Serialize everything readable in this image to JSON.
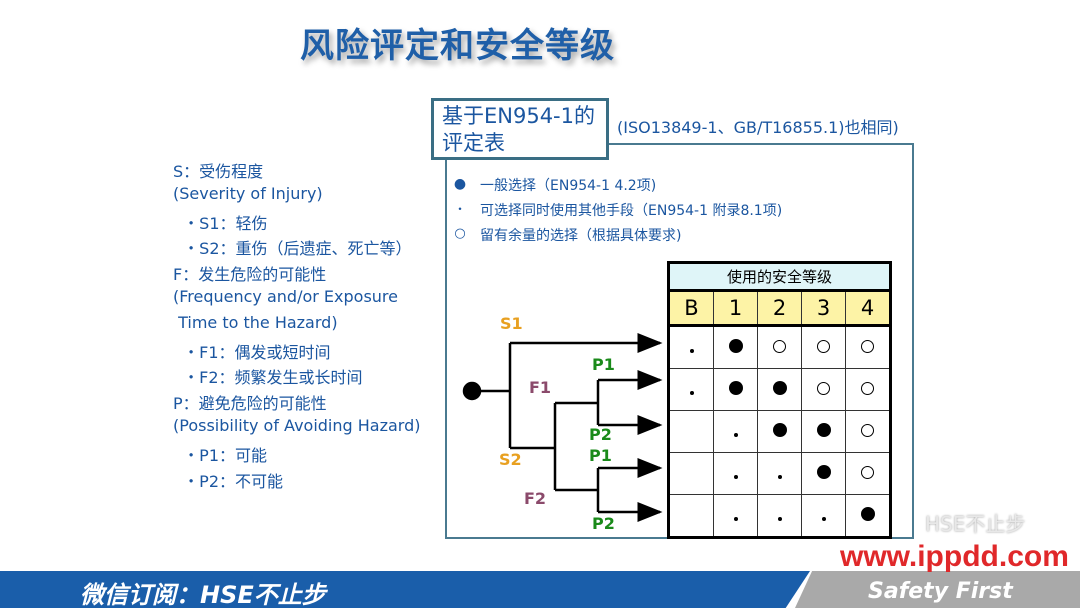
{
  "title": "风险评定和安全等级",
  "left_text": [
    "S：受伤程度",
    "(Severity of Injury)",
    "  ・S1：轻伤",
    "  ・S2：重伤（后遗症、死亡等）",
    "F：发生危险的可能性",
    "(Frequency and/or Exposure",
    " Time to the Hazard)",
    "  ・F1：偶发或短时间",
    "  ・F2：频繁发生或长时间",
    "P：避免危险的可能性",
    "(Possibility of Avoiding Hazard)",
    "  ・P1：可能",
    "  ・P2：不可能"
  ],
  "panel": {
    "title_line1": "基于EN954-1的",
    "title_line2": "评定表",
    "note": "(ISO13849-1、GB/T16855.1)也相同)",
    "legend": [
      {
        "symbol": "●",
        "text": "一般选择（EN954-1  4.2项)"
      },
      {
        "symbol": "・",
        "text": "可选择同时使用其他手段（EN954-1  附录8.1项)"
      },
      {
        "symbol": "○",
        "text": "留有余量的选择（根据具体要求)"
      }
    ]
  },
  "table": {
    "header": "使用的安全等级",
    "grades": [
      "B",
      "1",
      "2",
      "3",
      "4"
    ],
    "rows": [
      [
        "dot",
        "filled",
        "open",
        "open",
        "open"
      ],
      [
        "dot",
        "filled",
        "filled",
        "open",
        "open"
      ],
      [
        "",
        "dot",
        "filled",
        "filled",
        "open"
      ],
      [
        "",
        "dot",
        "dot",
        "filled",
        "open"
      ],
      [
        "",
        "dot",
        "dot",
        "dot",
        "filled"
      ]
    ]
  },
  "tree": {
    "labels": {
      "s1": "S1",
      "s2": "S2",
      "f1": "F1",
      "f2": "F2",
      "p1a": "P1",
      "p2a": "P2",
      "p1b": "P1",
      "p2b": "P2"
    },
    "colors": {
      "s": "#e8a020",
      "f": "#8b4a6b",
      "p": "#1a8a1a"
    }
  },
  "footer": {
    "left": "微信订阅：HSE不止步",
    "right": "Safety First",
    "watermark_url": "www.ippdd.com",
    "watermark_name": "HSE不止步"
  }
}
